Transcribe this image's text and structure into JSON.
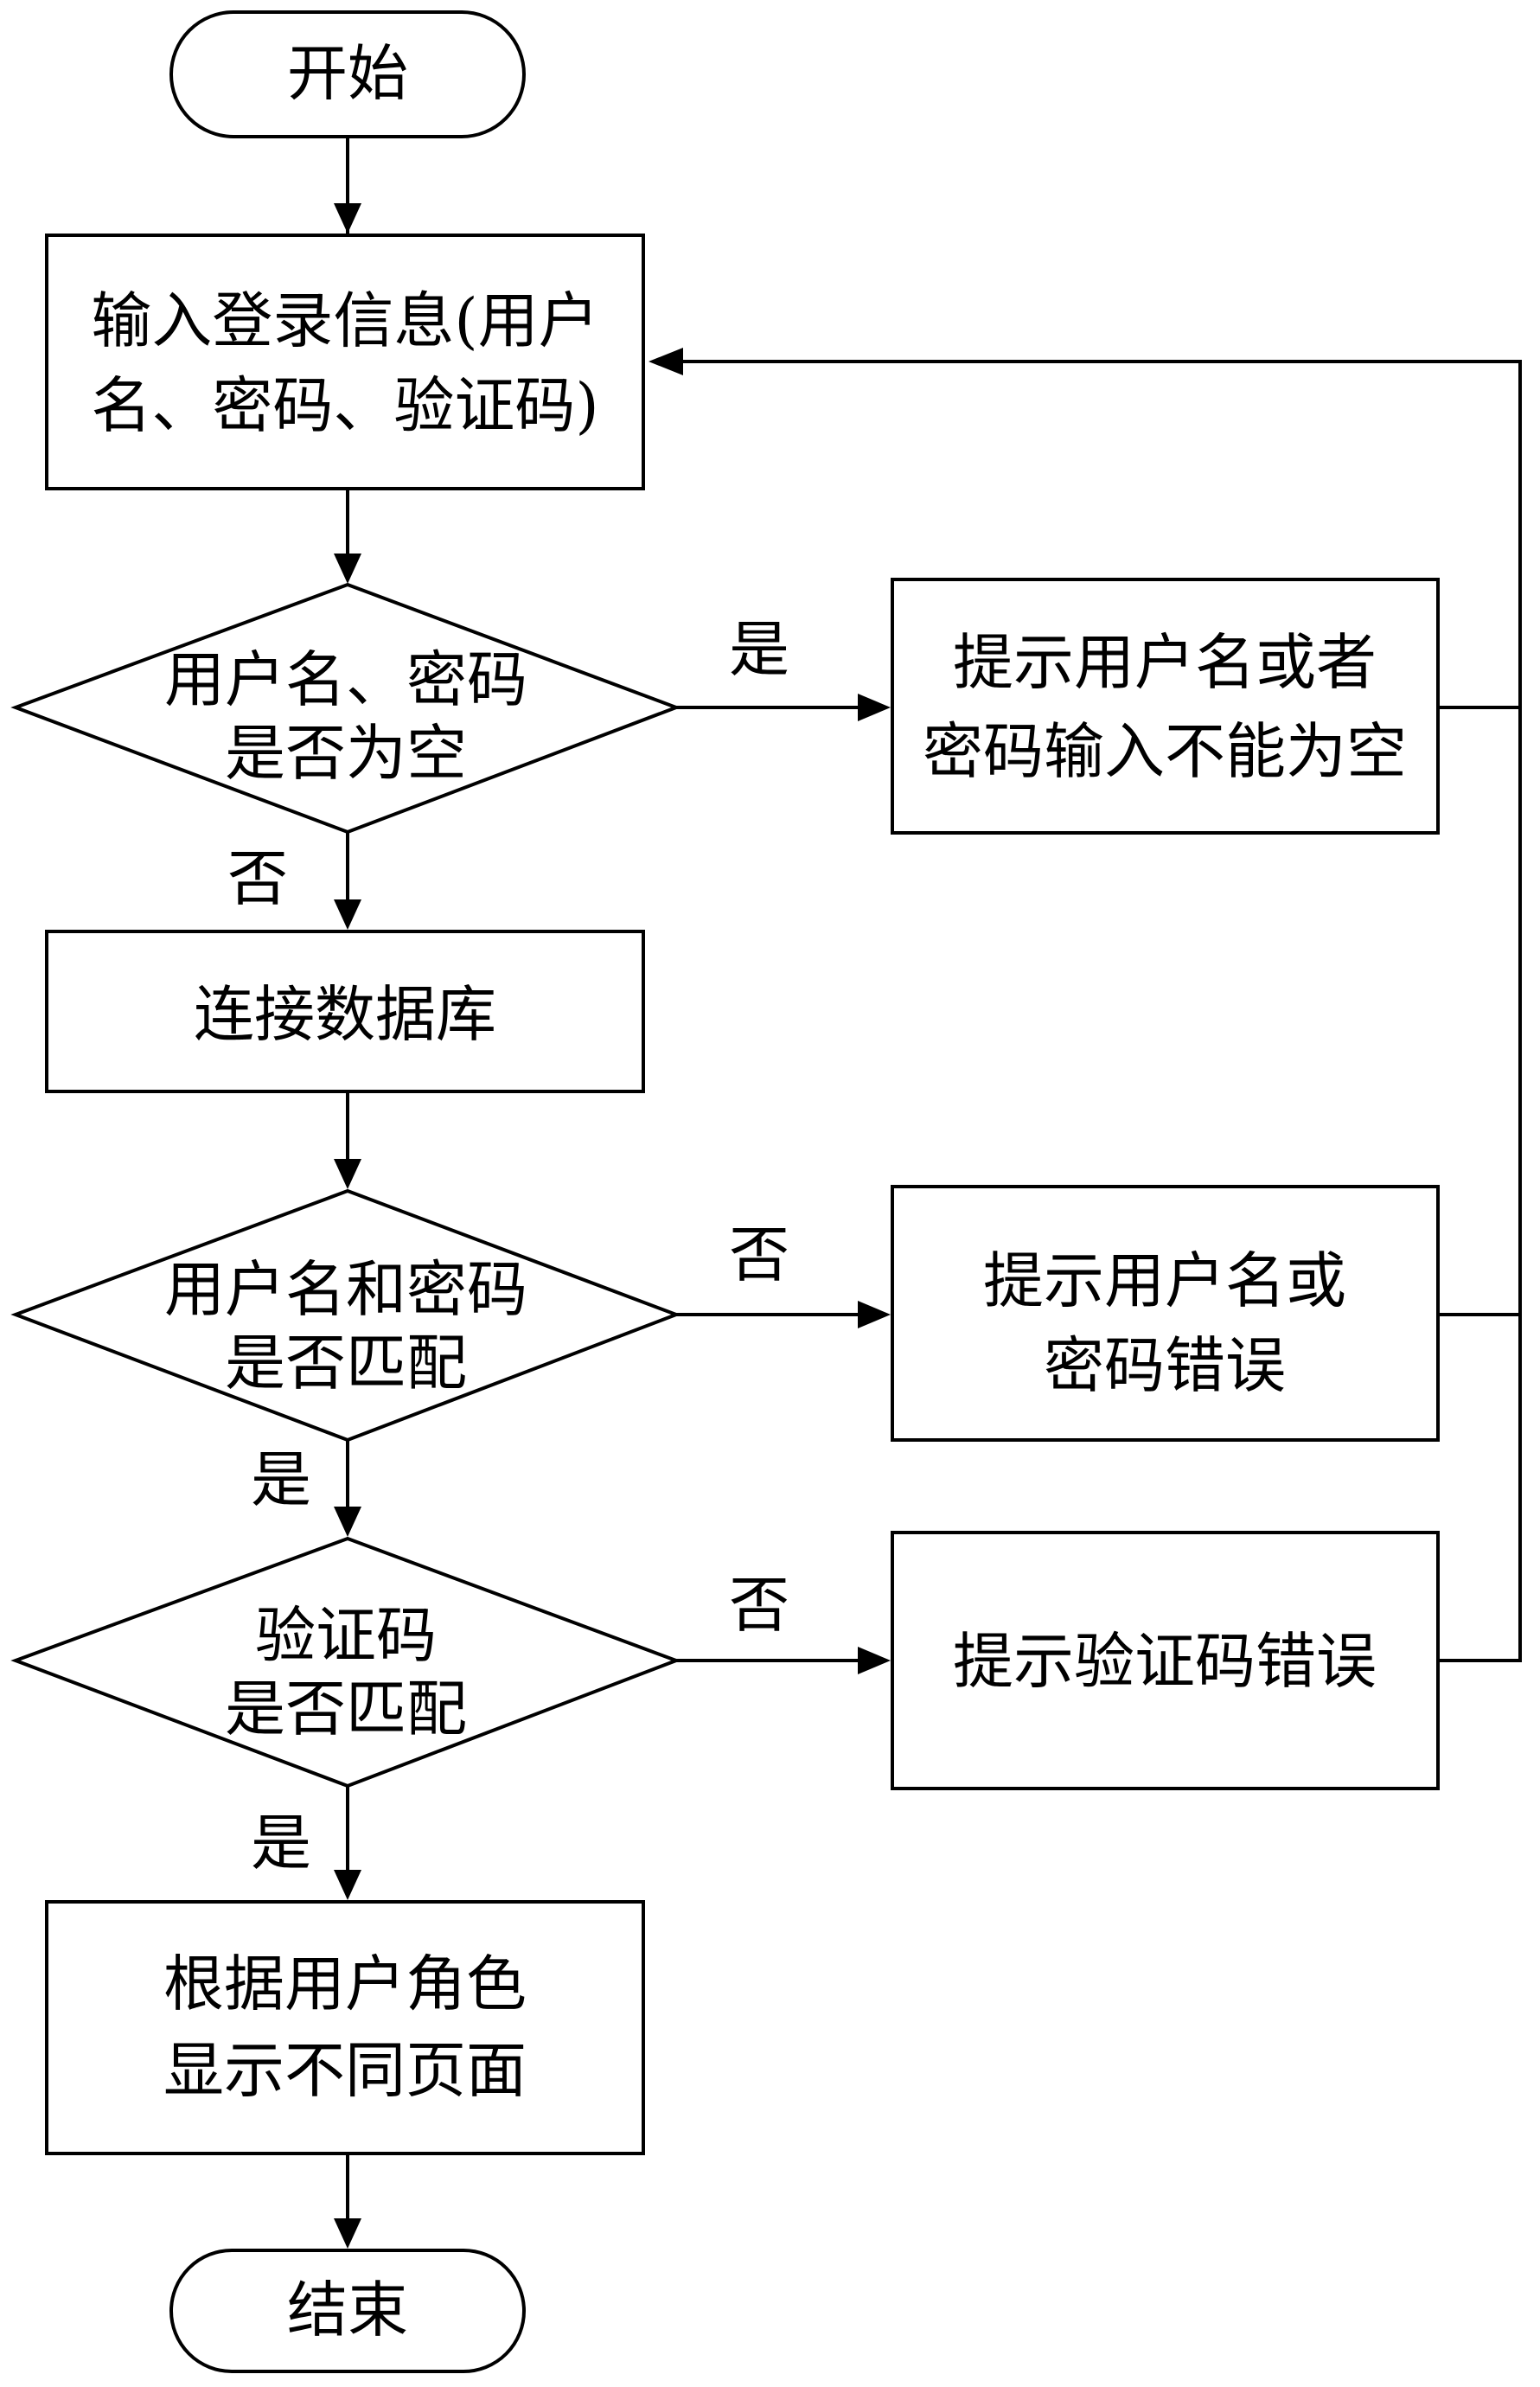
{
  "nodes": {
    "start": "开始",
    "input": [
      "输入登录信息(用户",
      "名、密码、验证码)"
    ],
    "empty_check": [
      "用户名、密码",
      "是否为空"
    ],
    "empty_msg": [
      "提示用户名或者",
      "密码输入不能为空"
    ],
    "connect_db": "连接数据库",
    "match_check": [
      "用户名和密码",
      "是否匹配"
    ],
    "match_msg": [
      "提示用户名或",
      "密码错误"
    ],
    "captcha_check": [
      "验证码",
      "是否匹配"
    ],
    "captcha_msg": "提示验证码错误",
    "show_page": [
      "根据用户角色",
      "显示不同页面"
    ],
    "end": "结束"
  },
  "edge_labels": {
    "empty_yes": "是",
    "empty_no": "否",
    "match_no": "否",
    "match_yes": "是",
    "captcha_no": "否",
    "captcha_yes": "是"
  }
}
